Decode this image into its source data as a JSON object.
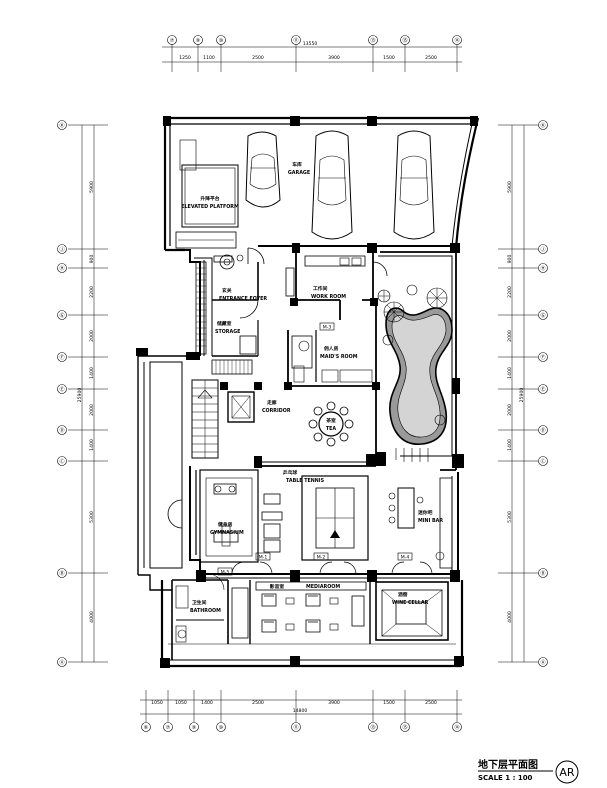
{
  "title": {
    "cn": "地下层平面图",
    "scale": "SCALE  1 : 100",
    "badge": "AR"
  },
  "axes": {
    "top_labels": [
      "⑦",
      "⑨",
      "⑩",
      "⑪",
      "⑬",
      "⑮",
      "⑭"
    ],
    "bottom_labels": [
      "⑥",
      "⑦",
      "⑨",
      "⑩",
      "⑪",
      "⑬",
      "⑮",
      "⑭"
    ],
    "left_labels": [
      "Ⓚ",
      "Ⓙ",
      "Ⓗ",
      "Ⓖ",
      "Ⓕ",
      "Ⓔ",
      "Ⓓ",
      "Ⓒ",
      "Ⓑ",
      "Ⓐ"
    ],
    "right_labels": [
      "Ⓚ",
      "Ⓙ",
      "Ⓗ",
      "Ⓖ",
      "Ⓕ",
      "Ⓔ",
      "Ⓓ",
      "Ⓒ",
      "Ⓑ",
      "Ⓐ"
    ]
  },
  "dimensions": {
    "top_total": "13550",
    "top_segments": [
      "1250",
      "1100",
      "2500",
      "3900",
      "1500",
      "2500"
    ],
    "bottom_total": "14800",
    "bottom_segments": [
      "1050",
      "1050",
      "1400",
      "2500",
      "3900",
      "1500",
      "2500"
    ],
    "left_segments": [
      "5900",
      "900",
      "2200",
      "2000",
      "1400",
      "2000",
      "1400",
      "5300",
      "4000"
    ],
    "left_total": "25900",
    "right_segments": [
      "5900",
      "900",
      "2200",
      "2000",
      "1400",
      "2000",
      "1400",
      "5300",
      "4000"
    ],
    "right_total": "25900"
  },
  "rooms": {
    "garage": {
      "cn": "车库",
      "en": "GARAGE"
    },
    "platform": {
      "cn": "升降平台",
      "en": "ELEVATED PLATFORM"
    },
    "foyer": {
      "cn": "玄关",
      "en": "ENTRANCE FOYER"
    },
    "work": {
      "cn": "工作间",
      "en": "WORK ROOM"
    },
    "storage": {
      "cn": "储藏室",
      "en": "STORAGE"
    },
    "maid": {
      "cn": "佣人房",
      "en": "MAID'S ROOM"
    },
    "corridor": {
      "cn": "走廊",
      "en": "CORRIDOR"
    },
    "tea": {
      "cn": "茶室",
      "en": "TEA"
    },
    "tennis": {
      "cn": "乒乓球",
      "en": "TABLE TENNIS"
    },
    "gym": {
      "cn": "健身房",
      "en": "GYMNASIUM"
    },
    "bar": {
      "cn": "迷你吧",
      "en": "MINI BAR"
    },
    "media": {
      "cn": "影音室",
      "en": "MEDIAROOM"
    },
    "wine": {
      "cn": "酒窖",
      "en": "WINE CELLAR"
    },
    "bath": {
      "cn": "卫生间",
      "en": "BATHROOM"
    }
  },
  "tags": {
    "m1": "M-1",
    "m2": "M-2",
    "m3": "M-3",
    "m4": "M-4",
    "m5": "M-5"
  }
}
